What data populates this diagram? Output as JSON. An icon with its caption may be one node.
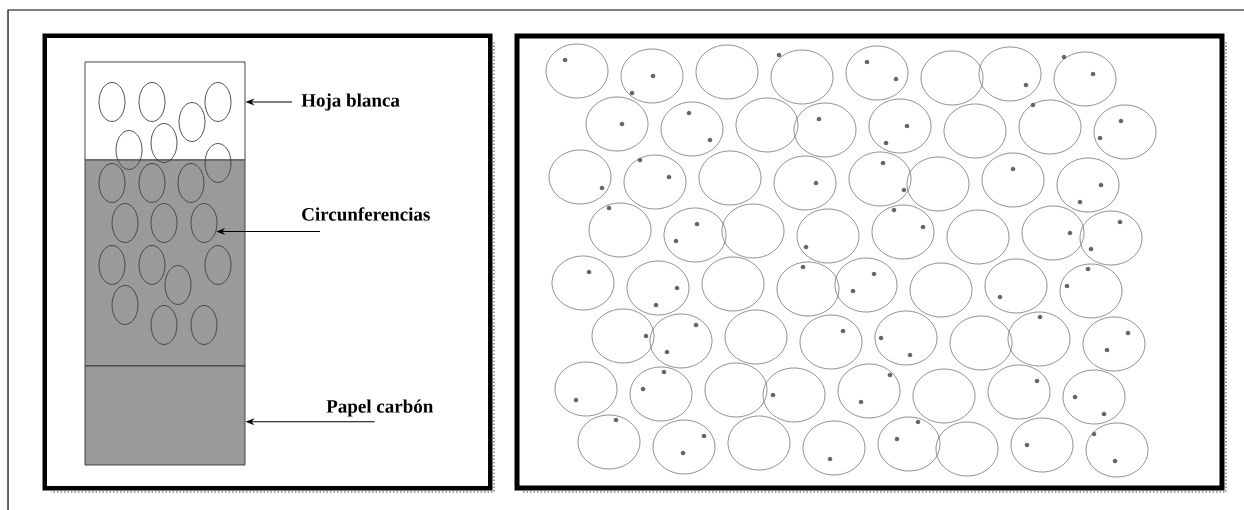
{
  "diagram": {
    "nodes": [
      {
        "text": [],
        "shape": "box"
      },
      {
        "text": [],
        "shape": "box"
      },
      {
        "text": [],
        "shape": "box"
      },
      {
        "text": [],
        "shape": "circle",
        "in": 1
      },
      {
        "text": [
          "Hoja blanca"
        ]
      },
      {
        "text": [
          "Circunferencias"
        ]
      },
      {
        "text": [
          "Papel carbón"
        ]
      }
    ],
    "edges": [
      {
        "from": 4,
        "to": 0,
        "arrow": "to"
      },
      {
        "from": 5,
        "to": 3,
        "arrow": "to"
      },
      {
        "from": 6,
        "to": 2,
        "arrow": "to"
      }
    ]
  }
}
